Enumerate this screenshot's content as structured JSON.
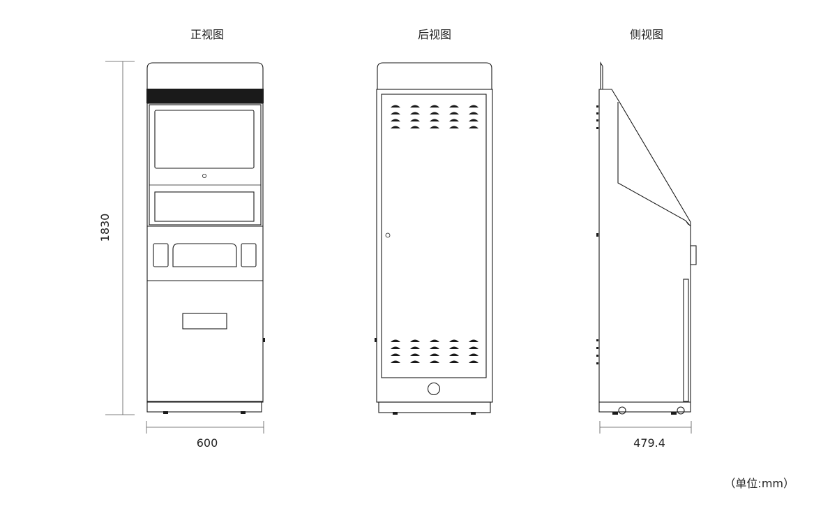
{
  "views": {
    "front": {
      "title": "正视图"
    },
    "back": {
      "title": "后视图"
    },
    "side": {
      "title": "侧视图"
    }
  },
  "dimensions": {
    "height": "1830",
    "front_width": "600",
    "side_depth": "479.4"
  },
  "unit_note": "（单位:mm）"
}
